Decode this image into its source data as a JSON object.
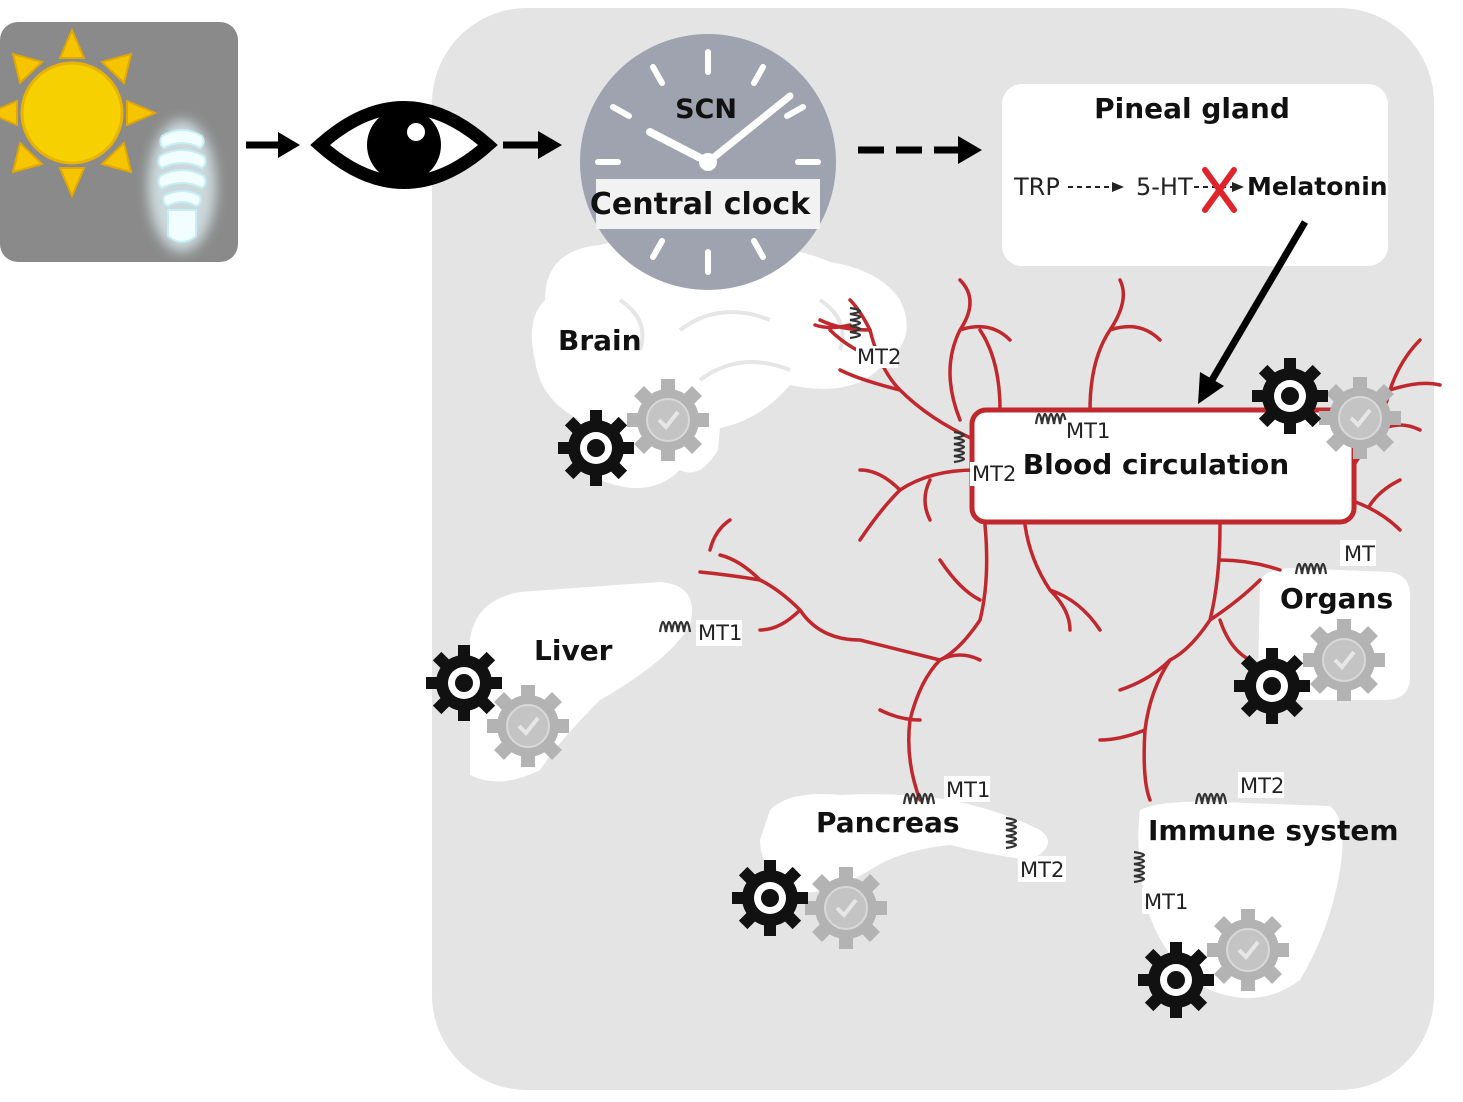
{
  "pineal": {
    "title": "Pineal gland",
    "trp": "TRP",
    "ht": "5-HT",
    "melatonin": "Melatonin"
  },
  "clock": {
    "scn": "SCN",
    "label": "Central clock"
  },
  "organs": {
    "brain": "Brain",
    "liver": "Liver",
    "pancreas": "Pancreas",
    "immune": "Immune system",
    "organs": "Organs",
    "blood": "Blood circulation"
  },
  "receptors": {
    "mt1": "MT1",
    "mt2": "MT2",
    "mt": "MT"
  },
  "colors": {
    "vessel": "#c0282e",
    "panel": "#e4e4e4",
    "sun": "#f7c400",
    "clock_face": "#9ea3af",
    "gear_dark": "#111111",
    "gear_light": "#b5b5b5"
  }
}
